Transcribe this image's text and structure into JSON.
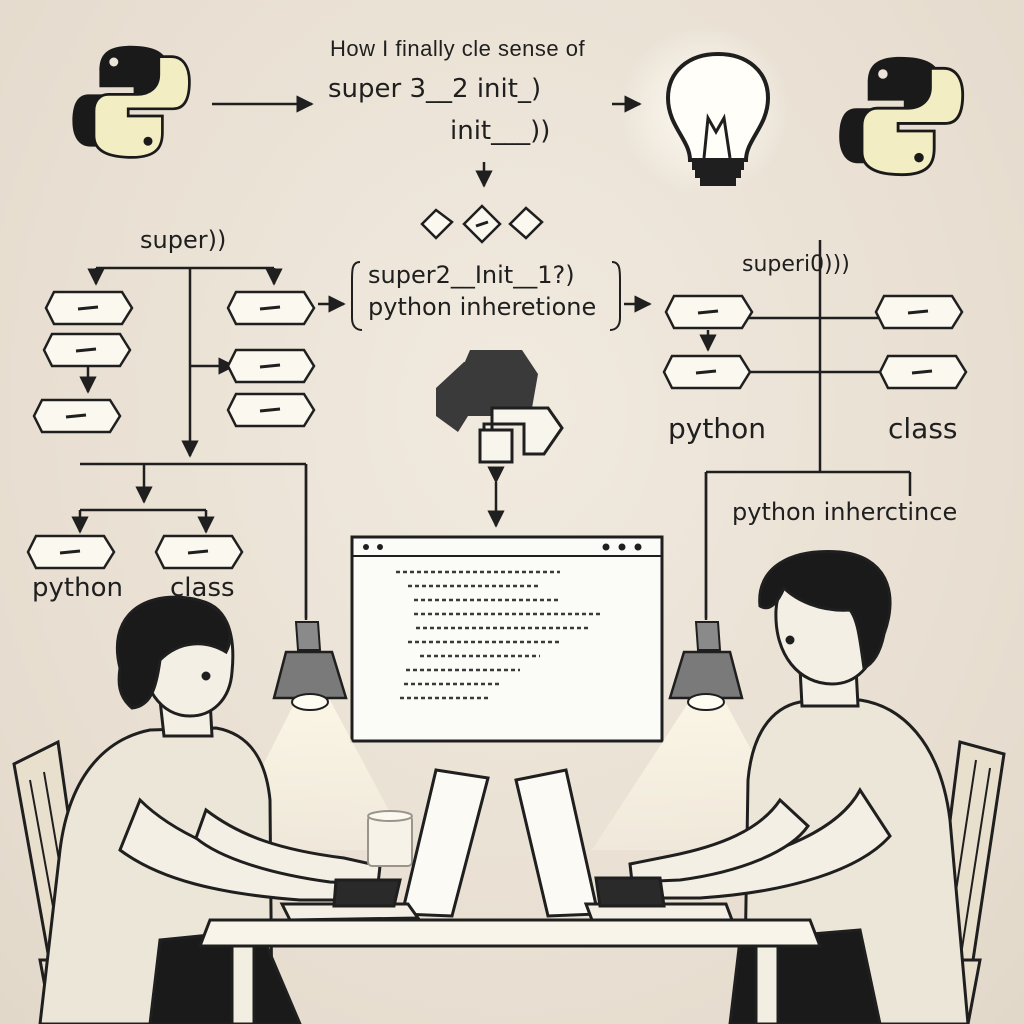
{
  "title": {
    "line1": "How I finally cle sense of",
    "line2": "super 3__2 init_)",
    "line3": "init___))"
  },
  "left_diagram": {
    "label": "super))",
    "leaf_python": "python",
    "leaf_class": "class"
  },
  "center_box": {
    "line1": "super2__Init__1?)",
    "line2": "python inheretione"
  },
  "right_diagram": {
    "label": "superi0)))",
    "node_python": "python",
    "node_class": "class",
    "footer": "python inherctince"
  },
  "icons": [
    "python-logo-icon",
    "lightbulb-icon",
    "python-logo-icon",
    "python-logo-icon",
    "lamp-icon",
    "laptop-icon",
    "browser-window-icon",
    "chair-icon",
    "mug-icon"
  ],
  "colors": {
    "background": "#ece4d8",
    "ink": "#1f1f1f",
    "python_yellow": "#f3edc4",
    "lamp_glow": "#fbf6e8"
  }
}
